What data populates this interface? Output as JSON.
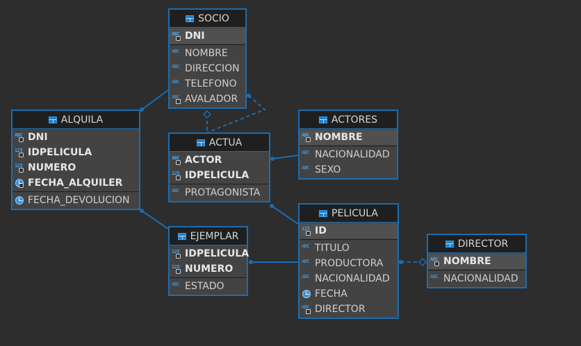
{
  "entities": {
    "socio": {
      "name": "SOCIO",
      "keys": [
        {
          "label": "DNI",
          "icon": "abc-key-icon"
        }
      ],
      "attrs": [
        {
          "label": "NOMBRE",
          "icon": "abc-icon"
        },
        {
          "label": "DIRECCION",
          "icon": "abc-icon"
        },
        {
          "label": "TELEFONO",
          "icon": "abc-icon"
        },
        {
          "label": "AVALADOR",
          "icon": "abc-fk-icon"
        }
      ]
    },
    "alquila": {
      "name": "ALQUILA",
      "keys": [
        {
          "label": "DNI",
          "icon": "abc-key-icon"
        },
        {
          "label": "IDPELICULA",
          "icon": "num-key-icon"
        },
        {
          "label": "NUMERO",
          "icon": "num-key-icon"
        },
        {
          "label": "FECHA_ALQUILER",
          "icon": "clock-key-icon"
        }
      ],
      "attrs": [
        {
          "label": "FECHA_DEVOLUCION",
          "icon": "clock-icon"
        }
      ]
    },
    "actua": {
      "name": "ACTUA",
      "keys": [
        {
          "label": "ACTOR",
          "icon": "abc-key-icon"
        },
        {
          "label": "IDPELICULA",
          "icon": "num-key-icon"
        }
      ],
      "attrs": [
        {
          "label": "PROTAGONISTA",
          "icon": "abc-icon"
        }
      ]
    },
    "actores": {
      "name": "ACTORES",
      "keys": [
        {
          "label": "NOMBRE",
          "icon": "abc-key-icon"
        }
      ],
      "attrs": [
        {
          "label": "NACIONALIDAD",
          "icon": "abc-icon"
        },
        {
          "label": "SEXO",
          "icon": "abc-icon"
        }
      ]
    },
    "ejemplar": {
      "name": "EJEMPLAR",
      "keys": [
        {
          "label": "IDPELICULA",
          "icon": "num-key-icon"
        },
        {
          "label": "NUMERO",
          "icon": "num-key-icon"
        }
      ],
      "attrs": [
        {
          "label": "ESTADO",
          "icon": "abc-icon"
        }
      ]
    },
    "pelicula": {
      "name": "PELICULA",
      "keys": [
        {
          "label": "ID",
          "icon": "num-key-icon"
        }
      ],
      "attrs": [
        {
          "label": "TITULO",
          "icon": "abc-icon"
        },
        {
          "label": "PRODUCTORA",
          "icon": "abc-icon"
        },
        {
          "label": "NACIONALIDAD",
          "icon": "abc-icon"
        },
        {
          "label": "FECHA",
          "icon": "clock-icon"
        },
        {
          "label": "DIRECTOR",
          "icon": "abc-fk-icon"
        }
      ]
    },
    "director": {
      "name": "DIRECTOR",
      "keys": [
        {
          "label": "NOMBRE",
          "icon": "abc-key-icon"
        }
      ],
      "attrs": [
        {
          "label": "NACIONALIDAD",
          "icon": "abc-icon"
        }
      ]
    }
  },
  "colors": {
    "background": "#2d2d2d",
    "border": "#1c6db0",
    "header": "#1f1f1f",
    "body": "#434343",
    "text": "#d0d0d0",
    "connector": "#1c6db0"
  }
}
